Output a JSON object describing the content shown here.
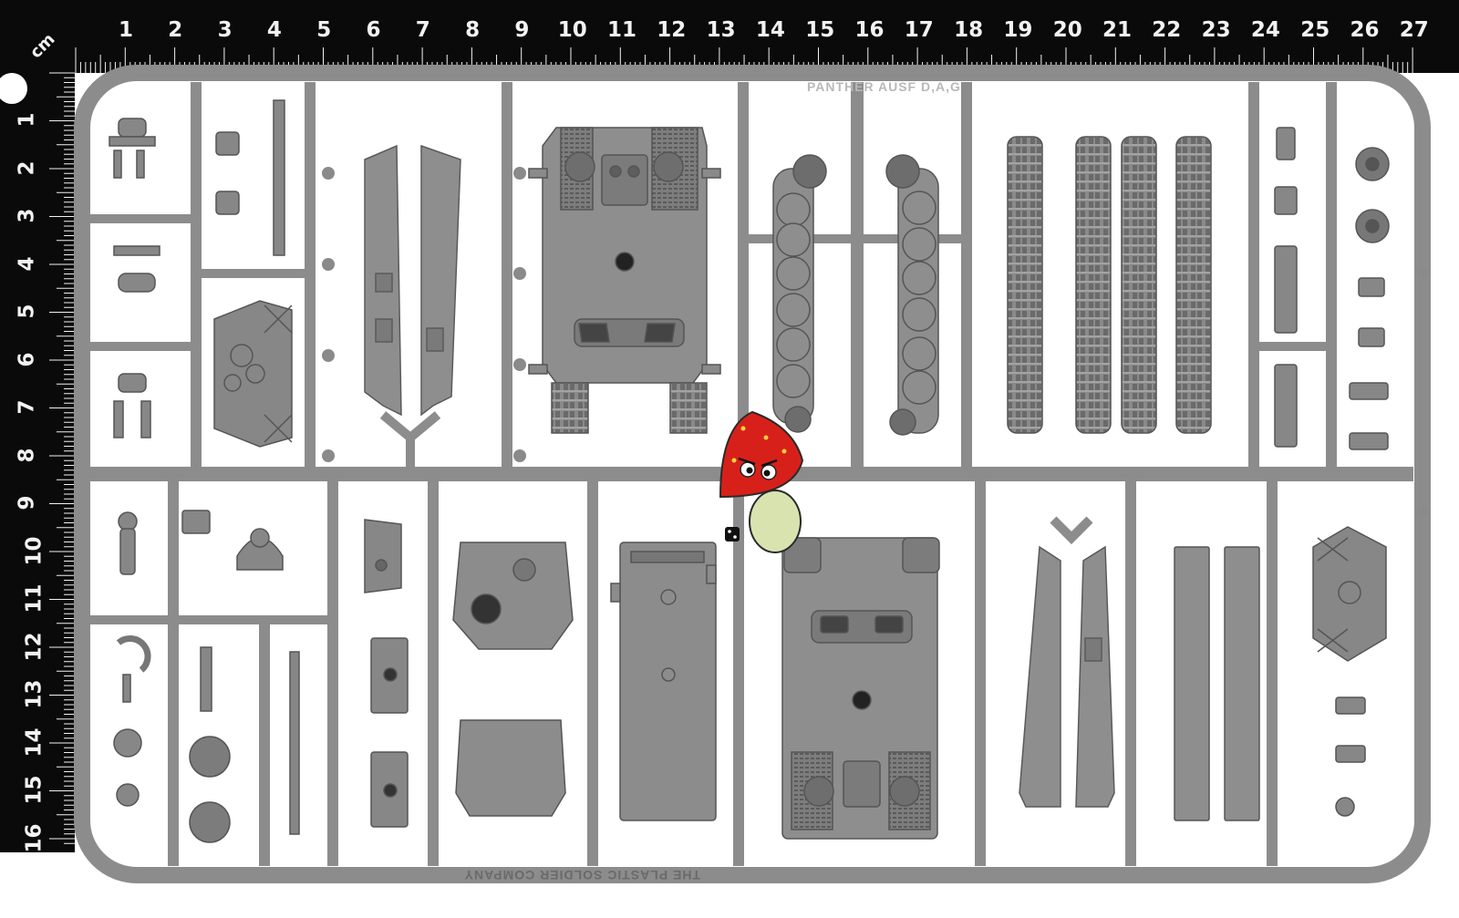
{
  "ruler": {
    "unit_label": "cm",
    "top_numbers": [
      "1",
      "2",
      "3",
      "4",
      "5",
      "6",
      "7",
      "8",
      "9",
      "10",
      "11",
      "12",
      "13",
      "14",
      "15",
      "16",
      "17",
      "18",
      "19",
      "20",
      "21",
      "22",
      "23",
      "24",
      "25",
      "26",
      "27"
    ],
    "left_numbers": [
      "1",
      "2",
      "3",
      "4",
      "5",
      "6",
      "7",
      "8",
      "9",
      "10",
      "11",
      "12",
      "13",
      "14",
      "15",
      "16"
    ]
  },
  "sprue": {
    "title_text": "PANTHER AUSF D,A,G",
    "maker_text": "THE PLASTIC SOLDIER COMPANY"
  },
  "colors": {
    "ruler_bg": "#0a0a0a",
    "ruler_text": "#f2f2f2",
    "plastic": "#8a8a8a",
    "plastic_dark": "#5c5c5c",
    "plastic_light": "#a8a8a8",
    "mascot_cap": "#d8201a",
    "mascot_stem": "#d9e3b0"
  },
  "mascot": {
    "icon": "mushroom-mascot-icon"
  }
}
